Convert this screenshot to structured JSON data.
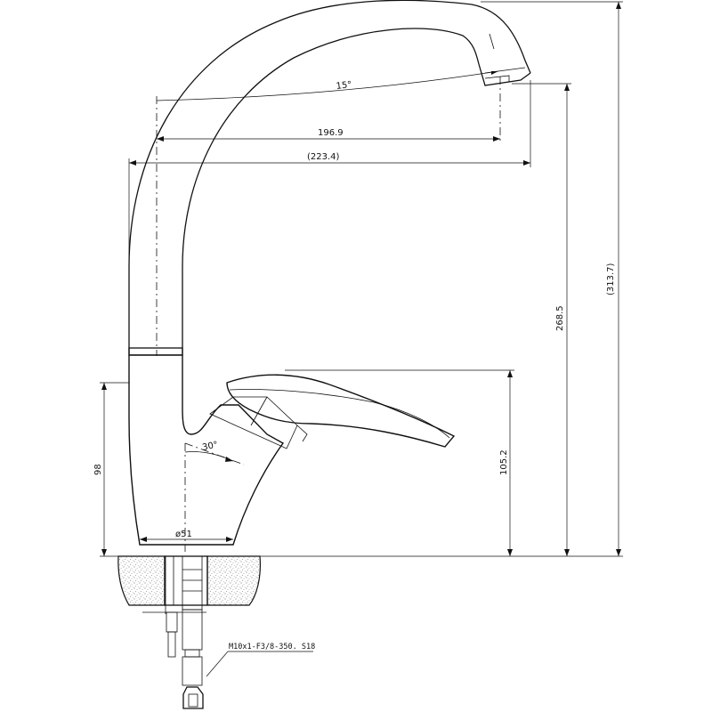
{
  "dimensions": {
    "angle_spout": "15°",
    "reach": "196.9",
    "reach_total": "(223.4)",
    "height_spout": "268.5",
    "height_total": "(313.7)",
    "height_lever": "105.2",
    "height_body": "98",
    "angle_lever": "30°",
    "base_diameter": "ø51"
  },
  "hose_spec": "M10x1-F3/8-350. S18"
}
